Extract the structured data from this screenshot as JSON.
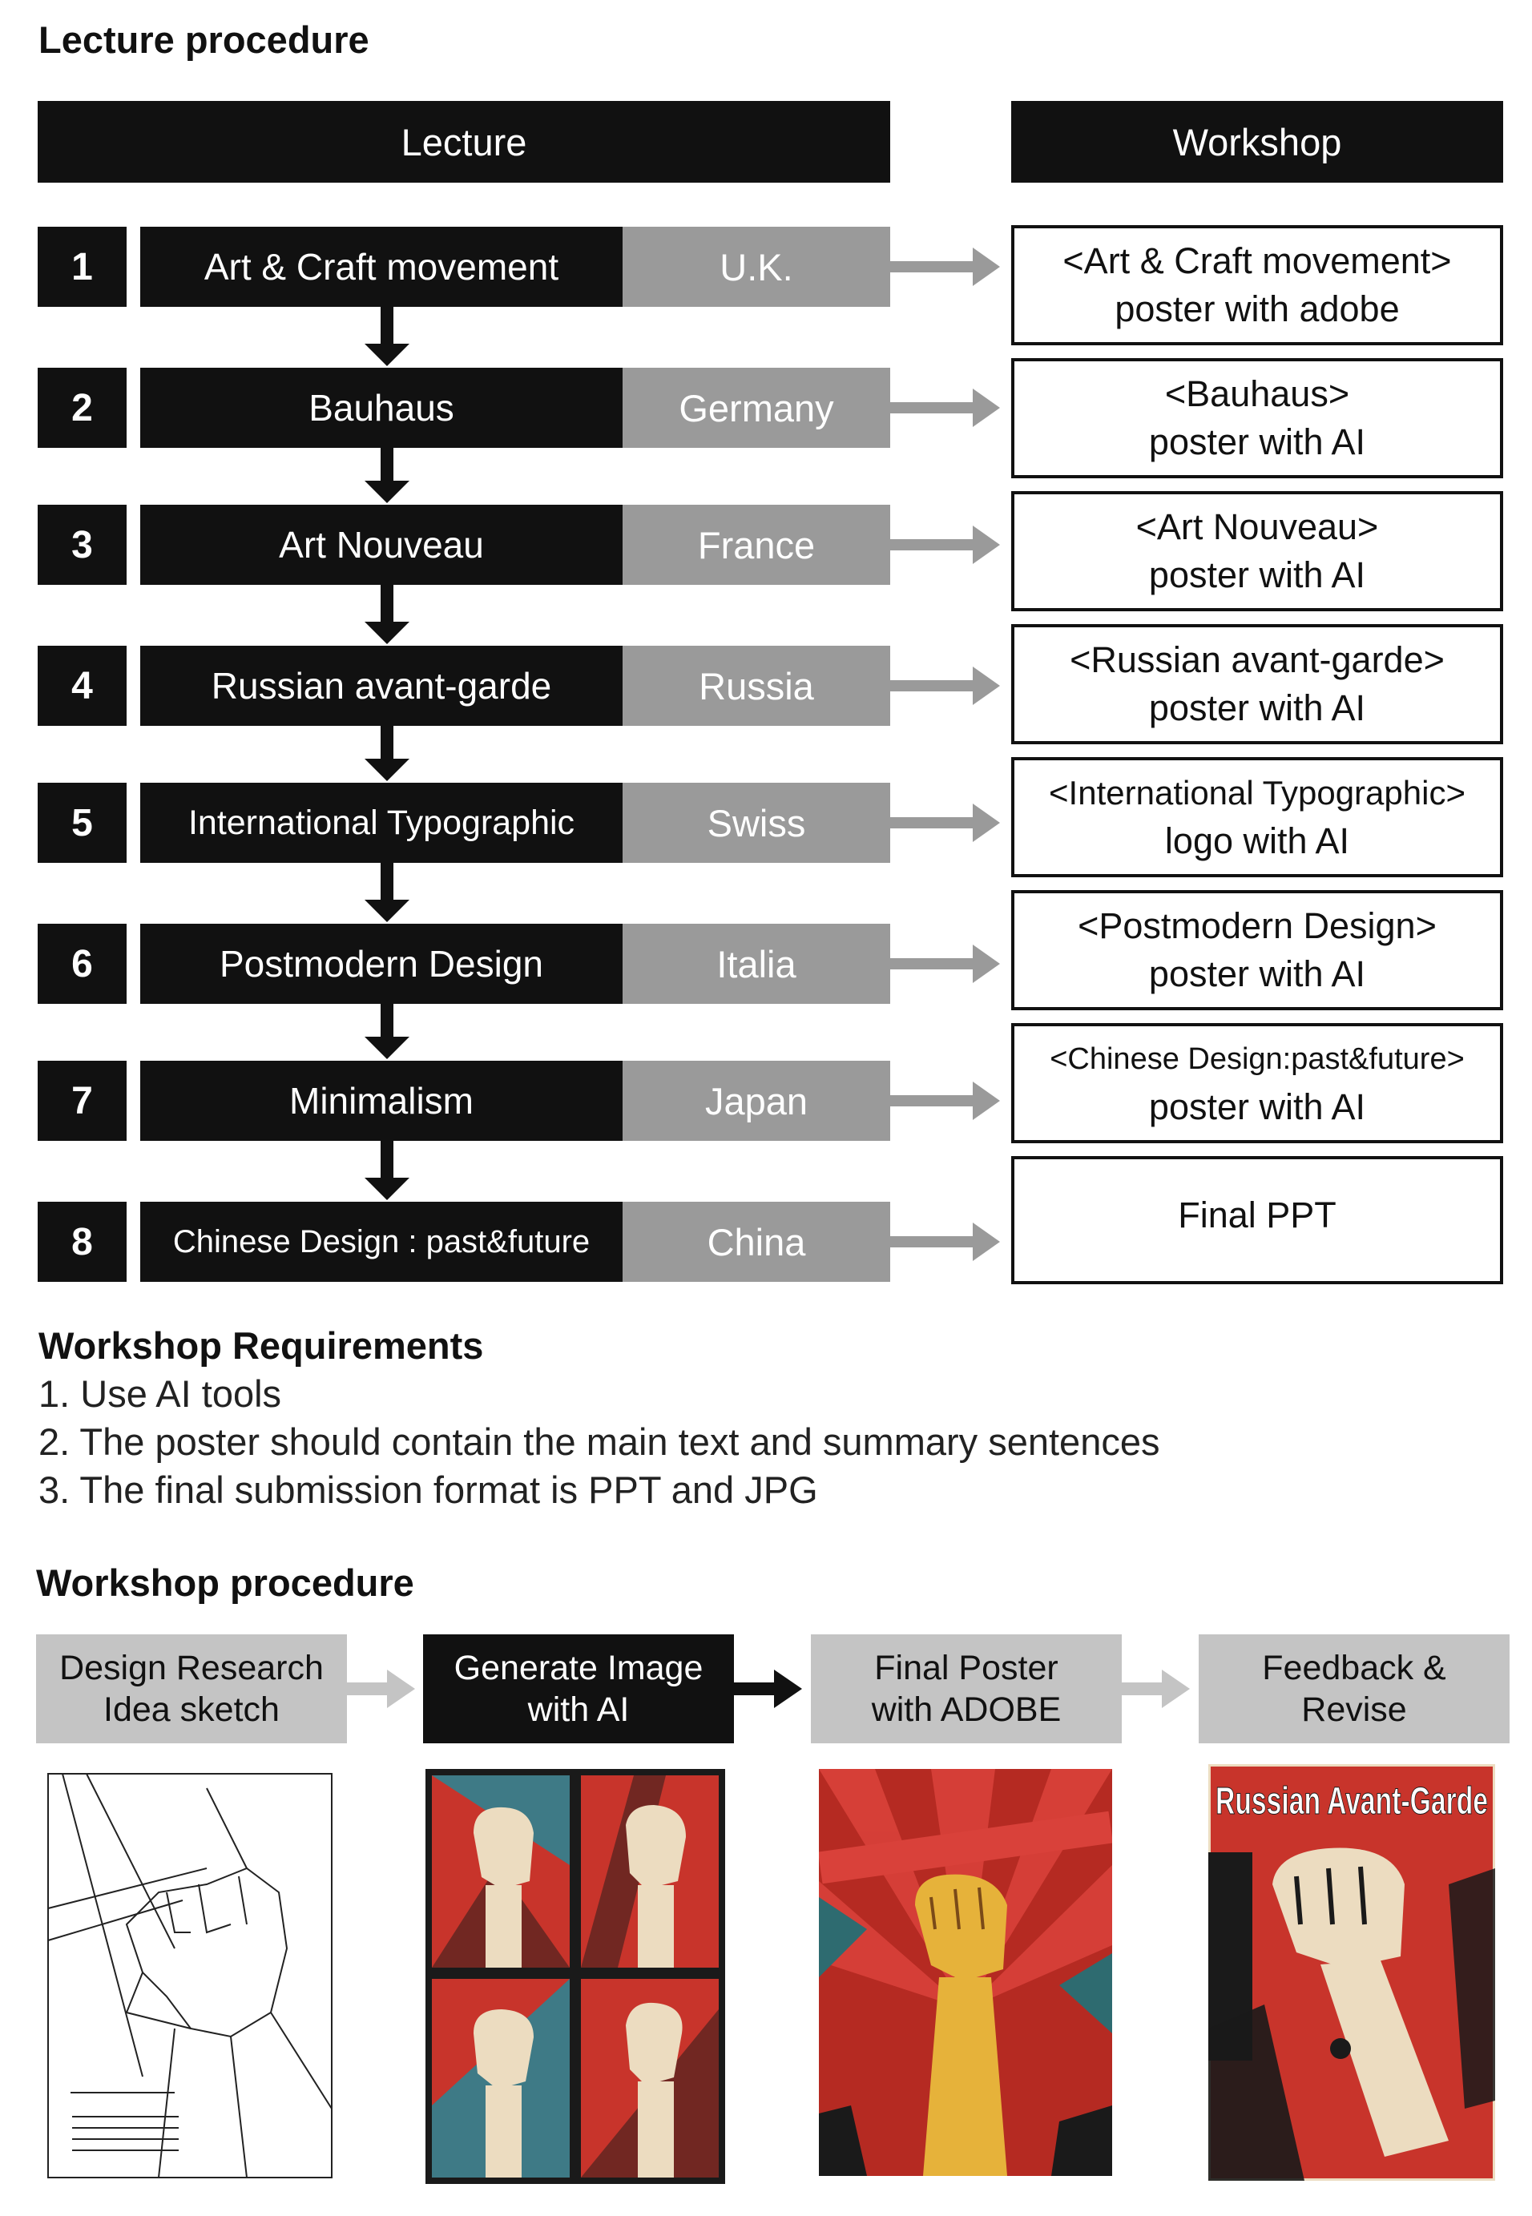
{
  "section1_title": "Lecture procedure",
  "lecture_header": "Lecture",
  "workshop_header": "Workshop",
  "lectures": [
    {
      "num": "1",
      "name": "Art & Craft movement",
      "country": "U.K.",
      "workshop": [
        "<Art & Craft movement>",
        "poster with adobe"
      ]
    },
    {
      "num": "2",
      "name": "Bauhaus",
      "country": "Germany",
      "workshop": [
        "<Bauhaus>",
        "poster with AI"
      ]
    },
    {
      "num": "3",
      "name": "Art Nouveau",
      "country": "France",
      "workshop": [
        "<Art Nouveau>",
        "poster with AI"
      ]
    },
    {
      "num": "4",
      "name": "Russian avant-garde",
      "country": "Russia",
      "workshop": [
        "<Russian avant-garde>",
        "poster with AI"
      ]
    },
    {
      "num": "5",
      "name": "International Typographic",
      "country": "Swiss",
      "workshop": [
        "<International Typographic>",
        "logo with AI"
      ]
    },
    {
      "num": "6",
      "name": "Postmodern Design",
      "country": "Italia",
      "workshop": [
        "<Postmodern Design>",
        "poster with AI"
      ]
    },
    {
      "num": "7",
      "name": "Minimalism",
      "country": "Japan",
      "workshop": [
        "<Chinese Design:past&future>",
        "poster with AI"
      ]
    },
    {
      "num": "8",
      "name": "Chinese Design : past&future",
      "country": "China",
      "workshop": [
        "Final PPT"
      ]
    }
  ],
  "requirements_title": "Workshop Requirements",
  "requirements": [
    "1. Use AI tools",
    "2. The poster should contain the main text and summary sentences",
    "3. The final submission format is PPT and JPG"
  ],
  "section2_title": "Workshop procedure",
  "steps": [
    {
      "line1": "Design Research",
      "line2": "Idea sketch",
      "style": "grey"
    },
    {
      "line1": "Generate  Image",
      "line2": "with  AI",
      "style": "dark"
    },
    {
      "line1": "Final Poster",
      "line2": "with ADOBE",
      "style": "grey"
    },
    {
      "line1": "Feedback &",
      "line2": "Revise",
      "style": "grey"
    }
  ],
  "poster_title": "Russian Avant-Garde",
  "colors": {
    "black": "#111111",
    "grey": "#9a9a9a",
    "light_grey": "#c4c4c4",
    "poster_red": "#c8342b",
    "poster_cream": "#ecdcc0"
  }
}
